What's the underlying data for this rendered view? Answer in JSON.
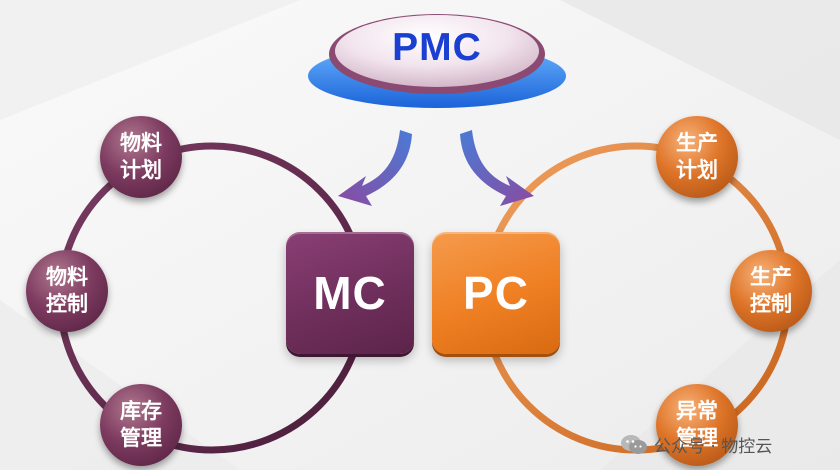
{
  "title": "PMC",
  "center_boxes": {
    "left": "MC",
    "right": "PC"
  },
  "left_nodes": [
    {
      "label": "物料\n计划"
    },
    {
      "label": "物料\n控制"
    },
    {
      "label": "库存\n管理"
    }
  ],
  "right_nodes": [
    {
      "label": "生产\n计划"
    },
    {
      "label": "生产\n控制"
    },
    {
      "label": "异常\n管理"
    }
  ],
  "watermark": {
    "text": "公众号 · 物控云",
    "icon": "wechat-icon"
  },
  "colors": {
    "pmc_text": "#1a3fd1",
    "mc_purple": "#6f2f5c",
    "pc_orange": "#ef7f22",
    "ring_purple": "#5e2a4c",
    "ring_orange": "#e2822e"
  }
}
